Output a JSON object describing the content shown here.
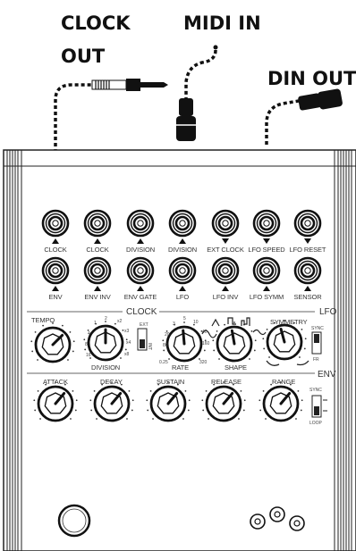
{
  "cables": {
    "clock_out_line1": "CLOCK",
    "clock_out_line2": "OUT",
    "midi_in": "MIDI IN",
    "din_out": "DIN OUT"
  },
  "jacks_row1": [
    "CLOCK",
    "CLOCK",
    "DIVISION",
    "DIVISION",
    "EXT CLOCK",
    "LFO SPEED",
    "LFO RESET"
  ],
  "jacks_row2": [
    "ENV",
    "ENV INV",
    "ENV GATE",
    "LFO",
    "LFO INV",
    "LFO SYMM",
    "SENSOR"
  ],
  "sections": {
    "clock": "CLOCK",
    "lfo": "LFO",
    "env": "ENV"
  },
  "clock_knobs": {
    "tempo": "TEMPO",
    "division": "DIVISION",
    "division_ticks": [
      "1",
      "2",
      "x2",
      "4",
      "x3",
      "8",
      "x4",
      "16",
      "x8"
    ],
    "switch_labels": [
      "EXT",
      "INT"
    ]
  },
  "lfo_knobs": {
    "rate": "RATE",
    "rate_ticks": [
      "3",
      "5",
      "10",
      "20",
      "40",
      "80",
      "160",
      "320",
      "0.25"
    ],
    "shape": "SHAPE",
    "symmetry": "SYMMETRY",
    "switch_labels": [
      "SYNC",
      "FR"
    ]
  },
  "env_knobs": {
    "attack": "ATTACK",
    "decay": "DECAY",
    "sustain": "SUSTAIN",
    "release": "RELEASE",
    "range": "RANGE",
    "switch_labels": [
      "SYNC",
      "LOOP"
    ]
  }
}
